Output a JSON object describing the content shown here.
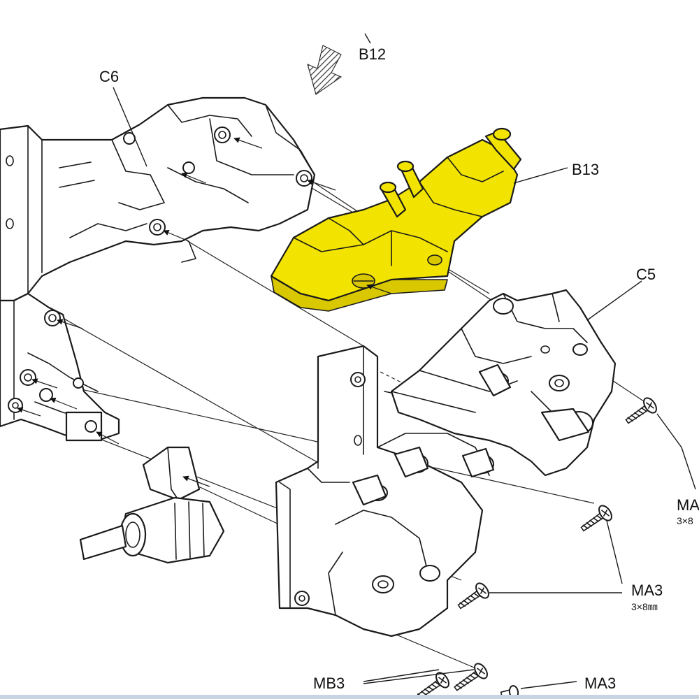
{
  "labels": {
    "b12": "B12",
    "c6": "C6",
    "b13": "B13",
    "c5": "C5",
    "ma3_right": "MA",
    "ma3_right_sub": "3×8",
    "ma3_mid": "MA3",
    "ma3_mid_sub": "3×8㎜",
    "mb3": "MB3",
    "ma3_bottom": "MA3"
  },
  "colors": {
    "highlight": "#f2e400",
    "line": "#1a1a1a",
    "background": "#ffffff",
    "bottom_strip": "#c9d4e3"
  },
  "icons": {
    "assembly_direction": "hatched-down-arrow-icon",
    "insert": "arrow-icon",
    "screw": "screw-icon"
  }
}
